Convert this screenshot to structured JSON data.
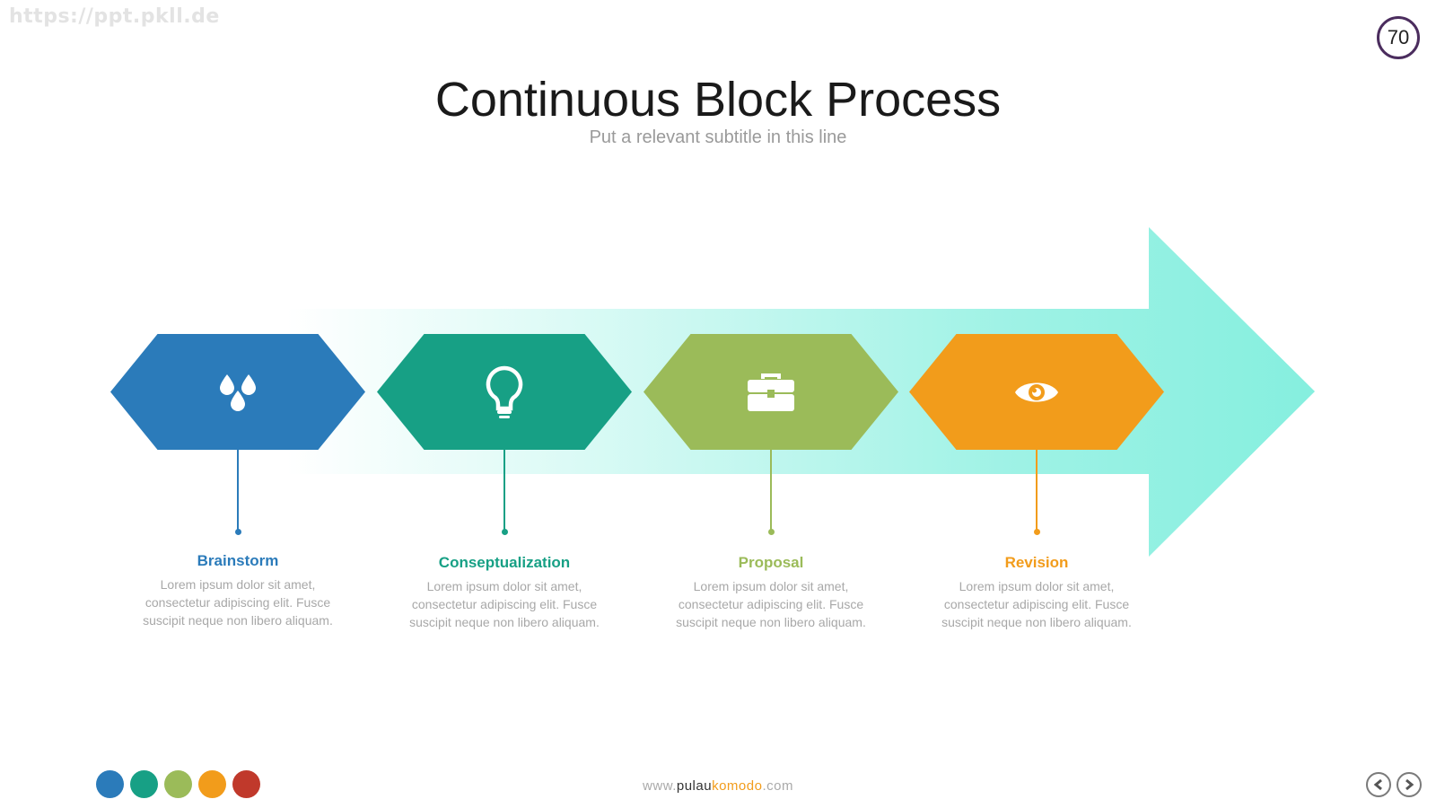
{
  "watermark": "https://ppt.pkll.de",
  "page_number": "70",
  "title": "Continuous Block Process",
  "subtitle": "Put a relevant subtitle in this line",
  "colors": {
    "blue": "#2b7bba",
    "teal": "#17a085",
    "green": "#9bbb59",
    "orange": "#f29c1b",
    "red": "#c0392b",
    "arrow": "#7feedd"
  },
  "steps": [
    {
      "title": "Brainstorm",
      "icon": "water-drops-icon",
      "color": "#2b7bba",
      "desc_lines": [
        "Lorem ipsum dolor sit amet,",
        "consectetur adipiscing elit. Fusce",
        "suscipit neque non libero aliquam."
      ]
    },
    {
      "title": "Conseptualization",
      "icon": "lightbulb-icon",
      "color": "#17a085",
      "desc_lines": [
        "Lorem ipsum dolor sit amet,",
        "consectetur adipiscing elit. Fusce",
        "suscipit neque non libero aliquam."
      ]
    },
    {
      "title": "Proposal",
      "icon": "briefcase-icon",
      "color": "#9bbb59",
      "desc_lines": [
        "Lorem ipsum dolor sit amet,",
        "consectetur adipiscing elit. Fusce",
        "suscipit neque non libero aliquam."
      ]
    },
    {
      "title": "Revision",
      "icon": "eye-icon",
      "color": "#f29c1b",
      "desc_lines": [
        "Lorem ipsum dolor sit amet,",
        "consectetur adipiscing elit. Fusce",
        "suscipit neque non libero aliquam."
      ]
    }
  ],
  "footer": {
    "prefix": "www.",
    "bold": "pulau",
    "accent": "komodo",
    "suffix": ".com"
  },
  "palette": [
    "#2b7bba",
    "#17a085",
    "#9bbb59",
    "#f29c1b",
    "#c0392b"
  ],
  "nav": {
    "prev_icon": "chevron-left-icon",
    "next_icon": "chevron-right-icon"
  }
}
